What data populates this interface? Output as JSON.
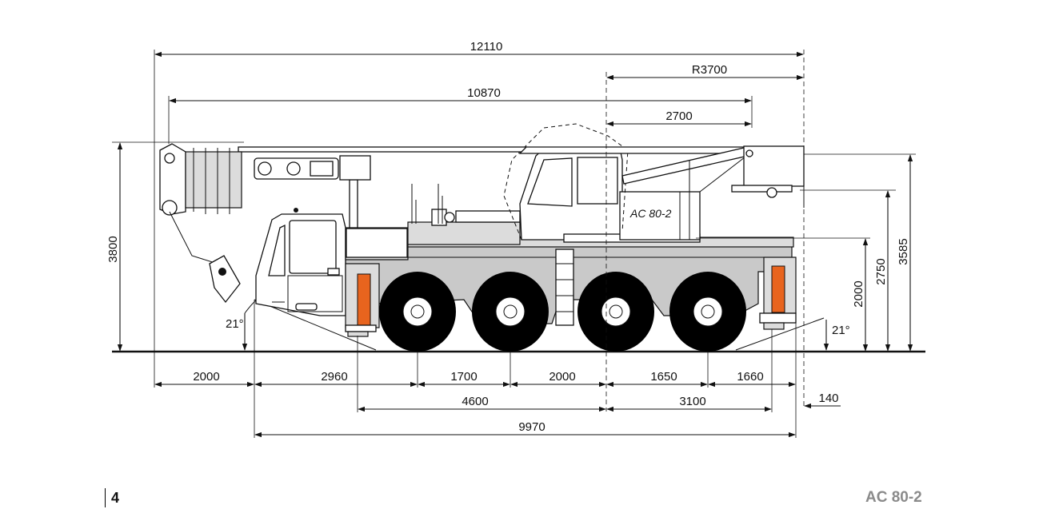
{
  "dimensions": {
    "overall_length": "12110",
    "tail_radius": "R3700",
    "boom_length": "10870",
    "tail_offset": "2700",
    "overall_height": "3800",
    "height_3585": "3585",
    "height_2750": "2750",
    "height_2000": "2000",
    "front_overhang": "2000",
    "front_to_axle1": "2960",
    "axle1_axle2": "1700",
    "axle2_axle3": "2000",
    "axle3_axle4": "1650",
    "axle4_rear": "1660",
    "outrigger_front": "4600",
    "outrigger_rear": "3100",
    "carrier_length": "9970",
    "rear_140": "140",
    "approach_angle": "21°",
    "departure_angle": "21°"
  },
  "model_badge": "AC 80-2",
  "footer": {
    "page_number": "4",
    "model": "AC 80-2"
  },
  "colors": {
    "body": "#c9c9c9",
    "warning_orange": "#e8641e",
    "footer_grey": "#8a8a8a"
  }
}
